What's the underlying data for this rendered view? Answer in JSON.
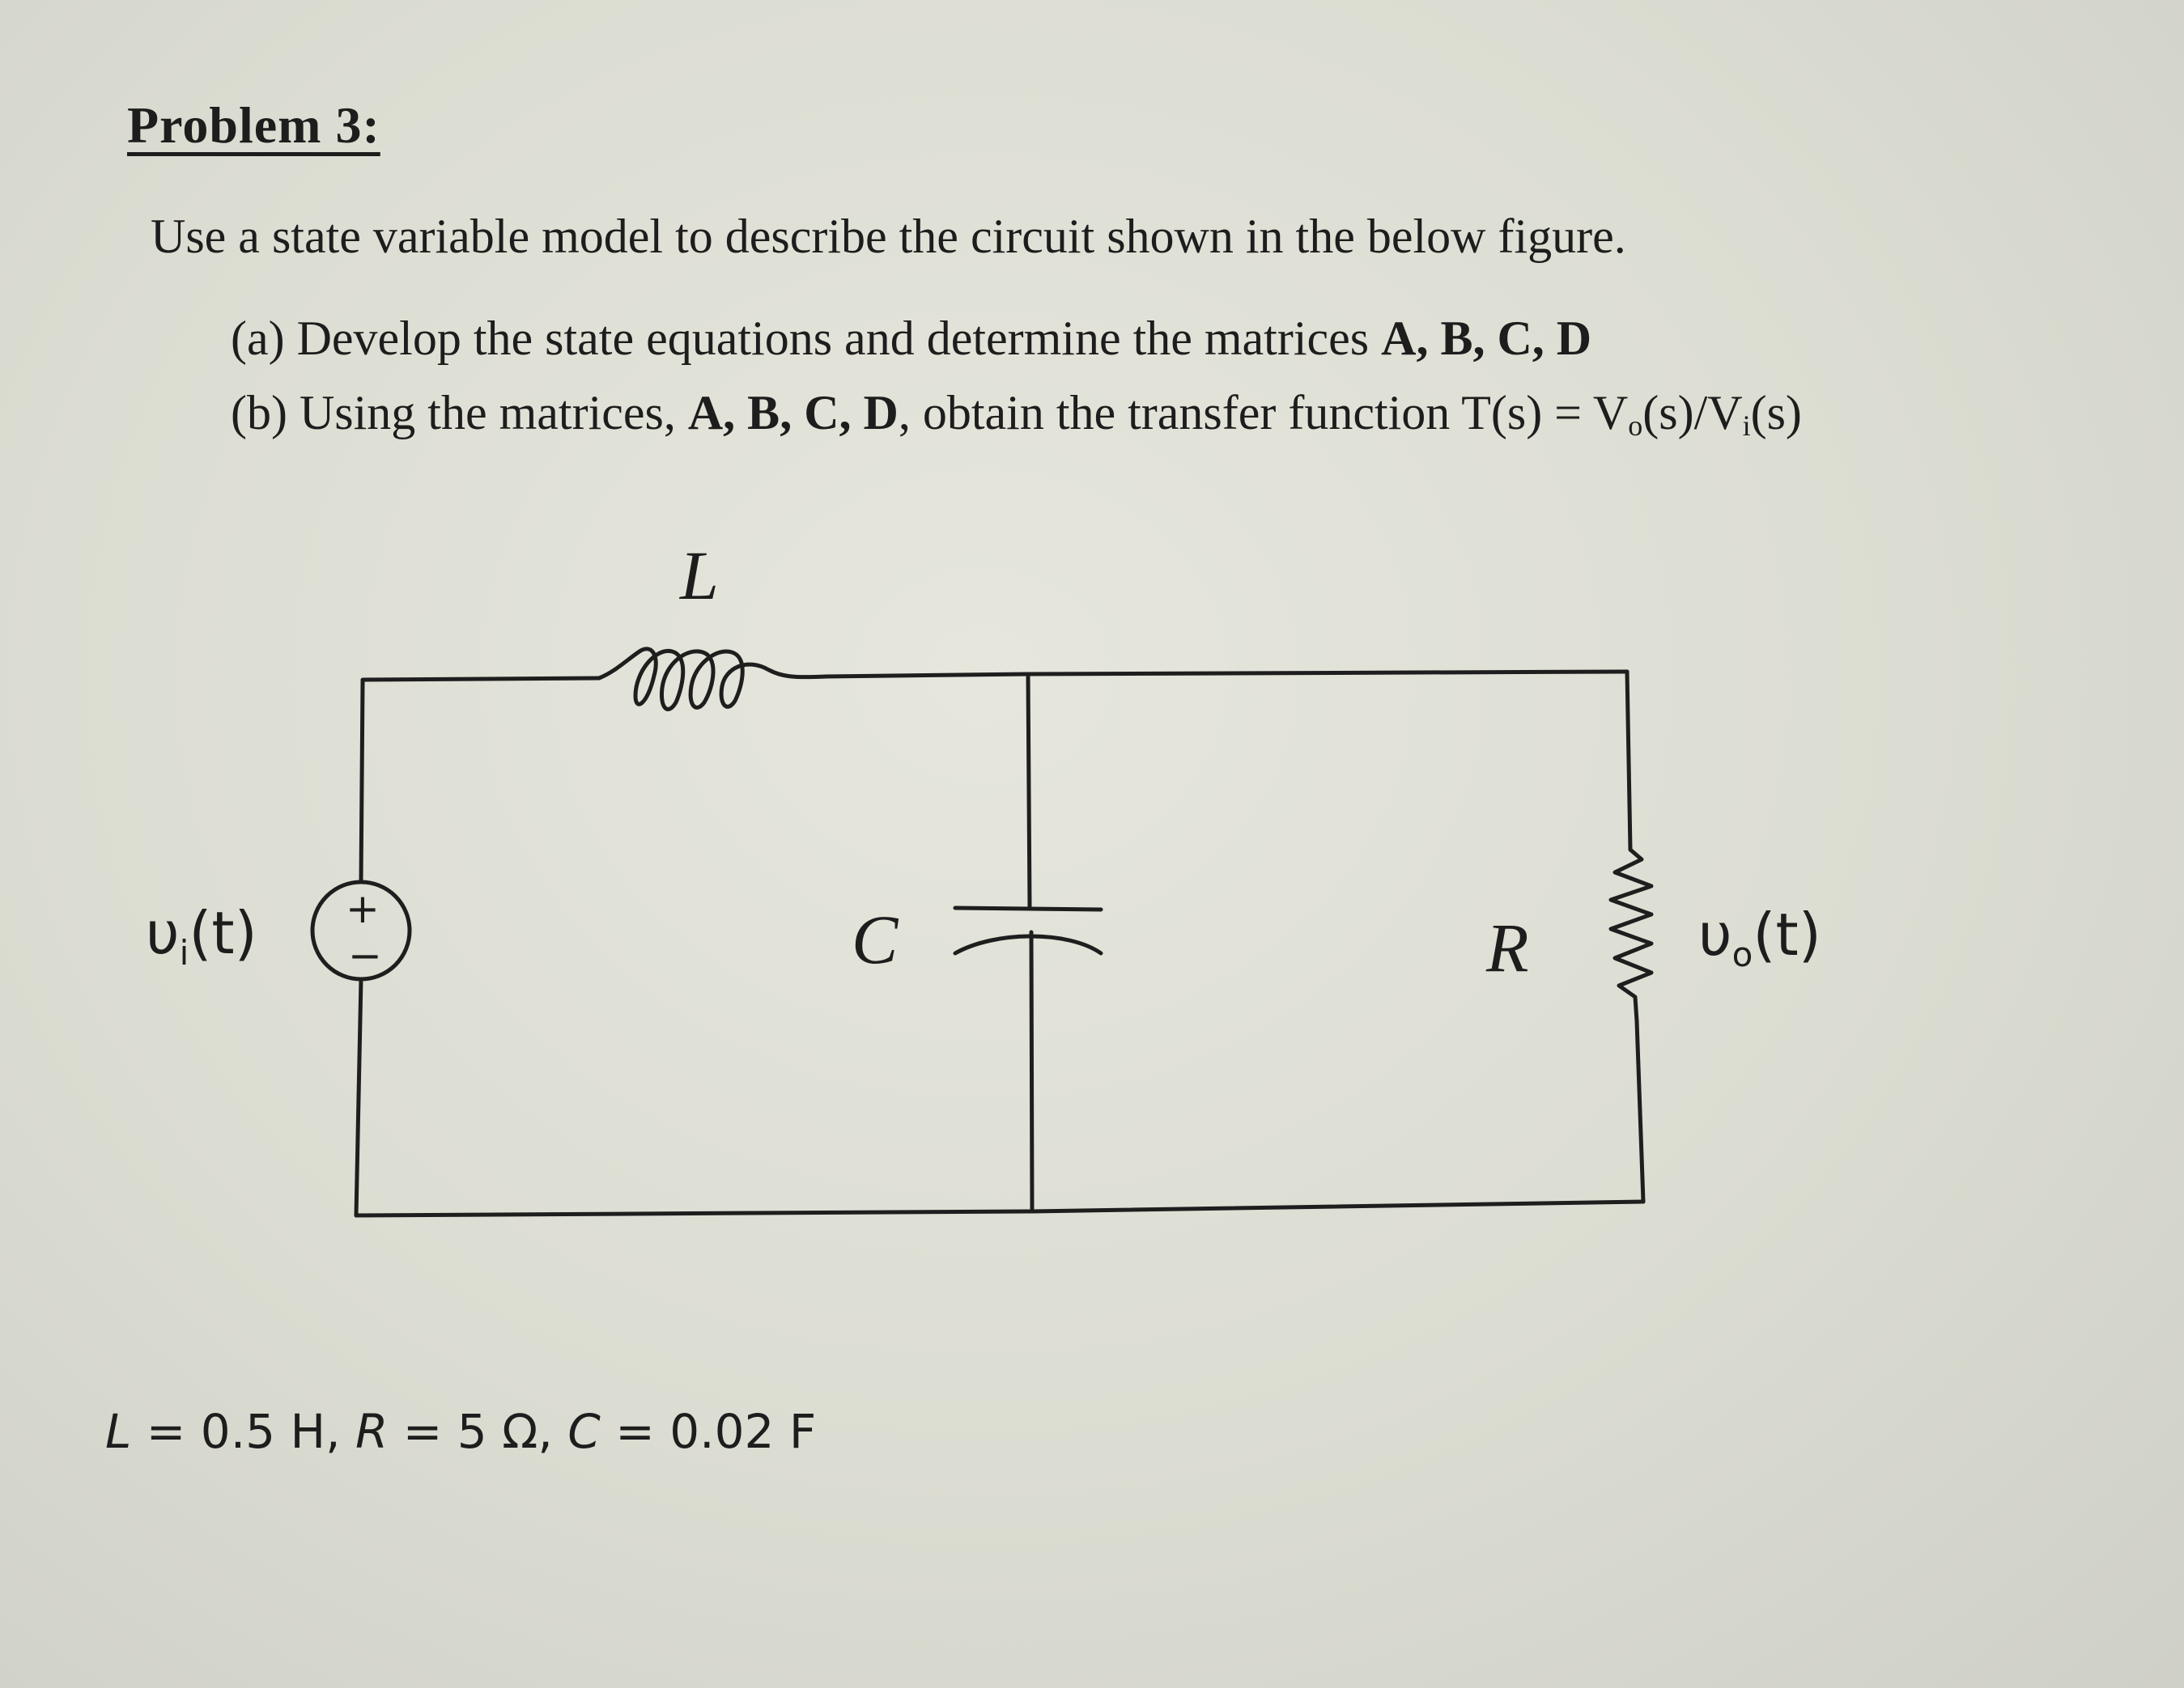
{
  "problem": {
    "title": "Problem 3:",
    "intro": "Use a state variable model to describe the circuit shown in the below figure.",
    "part_a": {
      "prefix": "(a) Develop the state equations and determine the matrices ",
      "matrices": "A, B, C, D"
    },
    "part_b": {
      "prefix": "(b) Using the matrices, ",
      "matrices": "A, B, C, D",
      "suffix_1": ", obtain the transfer function T(s) = V",
      "sub_o": "o",
      "suffix_2": "(s)/V",
      "sub_i": "i",
      "suffix_3": "(s)"
    }
  },
  "circuit": {
    "inductor_label": "L",
    "capacitor_label": "C",
    "resistor_label": "R",
    "source_label": "υ",
    "source_sub": "i",
    "source_arg": "(t)",
    "source_plus": "+",
    "source_minus": "−",
    "output_label": "υ",
    "output_sub": "o",
    "output_arg": "(t)"
  },
  "parameters": {
    "L_symbol": "L",
    "L_value": " = 0.5 H, ",
    "R_symbol": "R",
    "R_value": " = 5 Ω, ",
    "C_symbol": "C",
    "C_value": " = 0.02 F"
  }
}
